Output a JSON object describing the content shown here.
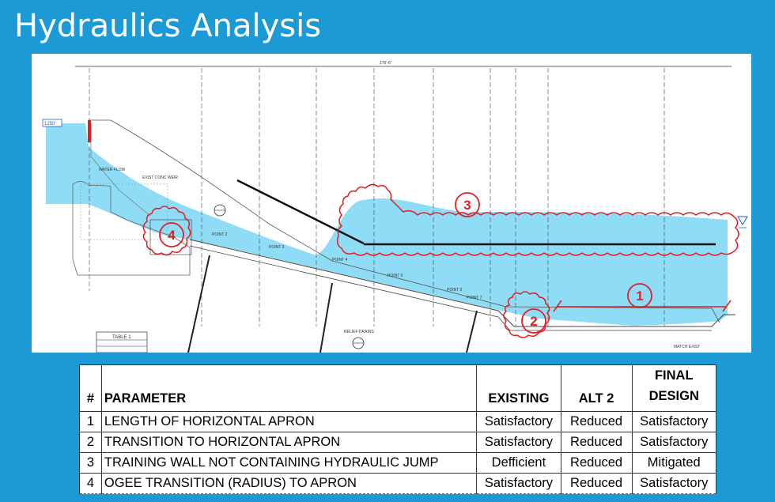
{
  "slide": {
    "title": "Hydraulics Analysis"
  },
  "drawing": {
    "callouts": [
      "1",
      "2",
      "3",
      "4"
    ],
    "elevation_tag": "1250'",
    "overall_dimension": "276'-6\"",
    "labels": {
      "water_flow": "WATER FLOW",
      "exist_weir": "EXIST CONC WEIR",
      "point_2": "POINT 2",
      "point_3": "POINT 3",
      "point_4": "POINT 4",
      "point_5": "POINT 5",
      "point_6": "POINT 6",
      "point_7": "POINT 7",
      "relief_drains": "RELIEF DRAINS",
      "match_exist": "MATCH EXIST",
      "table_1": "TABLE 1"
    }
  },
  "table": {
    "headers": {
      "num": "#",
      "parameter": "PARAMETER",
      "existing": "EXISTING",
      "alt2": "ALT 2",
      "final_line1": "FINAL",
      "final_line2": "DESIGN"
    },
    "rows": [
      {
        "num": "1",
        "parameter": "LENGTH OF HORIZONTAL APRON",
        "existing": "Satisfactory",
        "alt2": "Reduced",
        "final": "Satisfactory"
      },
      {
        "num": "2",
        "parameter": "TRANSITION TO HORIZONTAL APRON",
        "existing": "Satisfactory",
        "alt2": "Reduced",
        "final": "Satisfactory"
      },
      {
        "num": "3",
        "parameter": "TRAINING WALL NOT CONTAINING HYDRAULIC JUMP",
        "existing": "Defficient",
        "alt2": "Reduced",
        "final": "Mitigated"
      },
      {
        "num": "4",
        "parameter": "OGEE TRANSITION (RADIUS) TO APRON",
        "existing": "Satisfactory",
        "alt2": "Reduced",
        "final": "Satisfactory"
      }
    ]
  },
  "colors": {
    "background": "#1B9AD6",
    "water": "#8EDCF5",
    "callout_red": "#E02020"
  }
}
